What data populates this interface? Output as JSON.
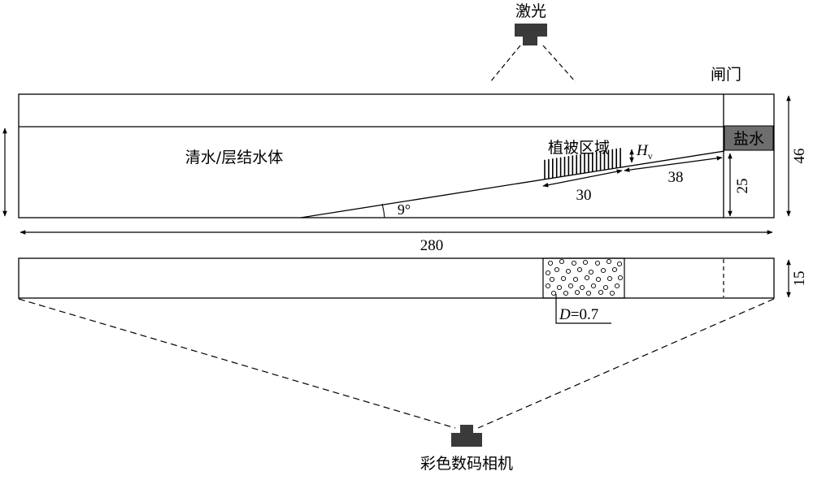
{
  "labels": {
    "laser": "激光",
    "gate": "闸门",
    "salt_water": "盐水",
    "fresh_water": "清水/层结水体",
    "vegetation": "植被区域",
    "camera": "彩色数码相机",
    "hv_main": "H",
    "hv_sub": "v",
    "d_label": "D",
    "d_equals": "=0.7"
  },
  "dimensions": {
    "total_length": "280",
    "height": "46",
    "slope_height": "25",
    "veg_length": "30",
    "veg_to_gate": "38",
    "slope_angle": "9°",
    "width": "15"
  },
  "colors": {
    "salt_water_fill": "#6e6e6e",
    "device": "#3a3a3a",
    "stroke": "#000000"
  }
}
